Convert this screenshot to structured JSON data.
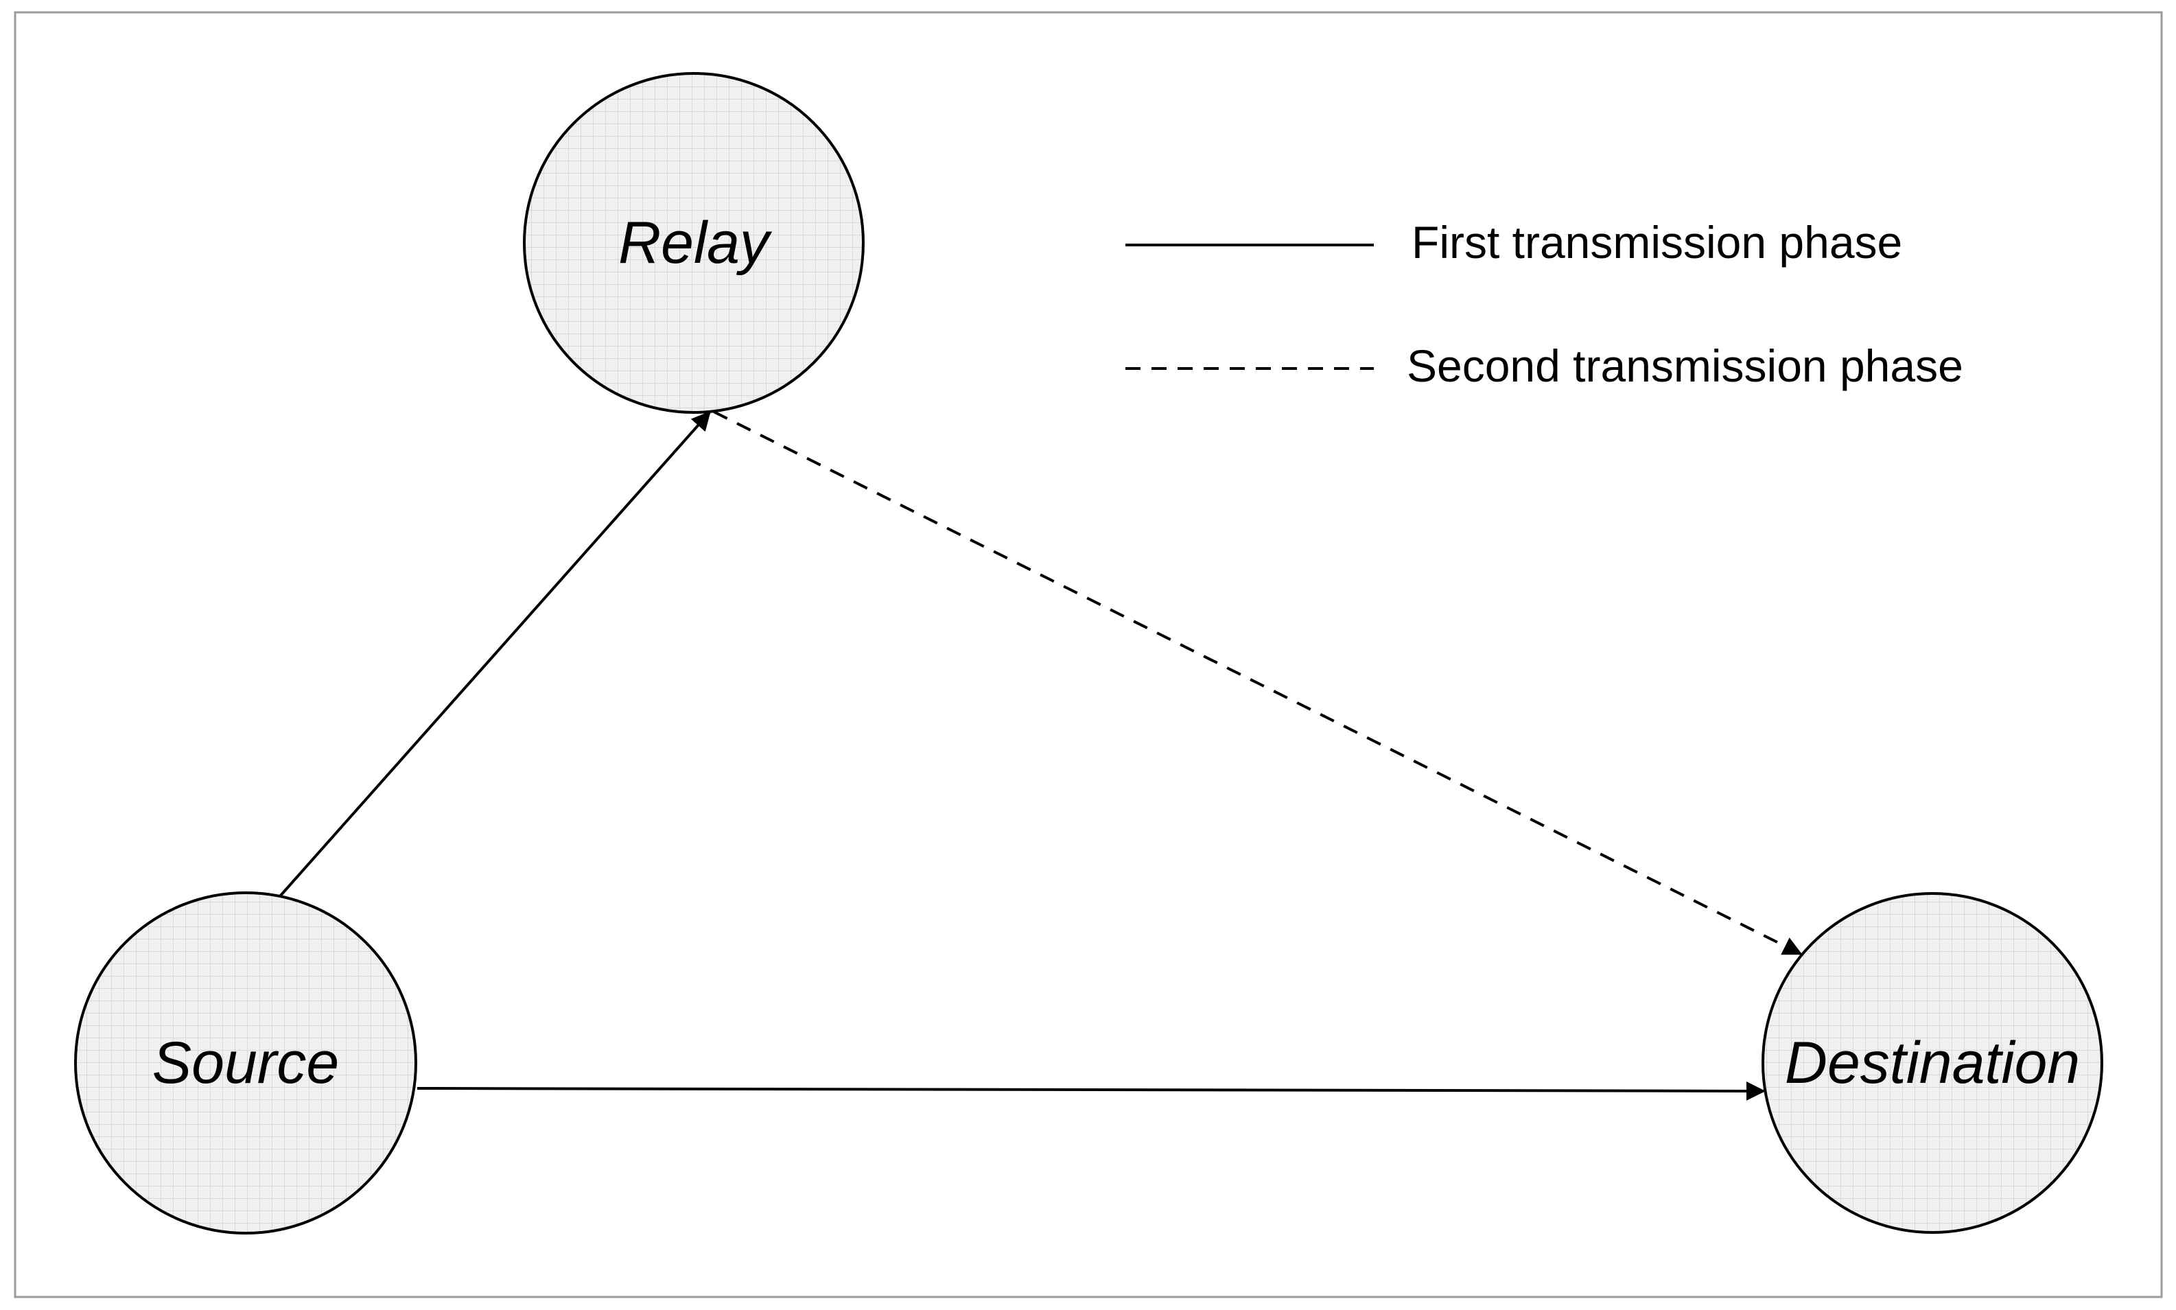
{
  "nodes": {
    "relay": {
      "label": "Relay"
    },
    "source": {
      "label": "Source"
    },
    "destination": {
      "label": "Destination"
    }
  },
  "legend": {
    "first": "First transmission phase",
    "second": "Second transmission phase"
  },
  "colors": {
    "node_fill": "#f0f0f0",
    "node_grid": "#d8d8d8",
    "stroke": "#000000",
    "frame": "#9a9a9a"
  },
  "edges": [
    {
      "from": "source",
      "to": "relay",
      "phase": "first",
      "style": "solid"
    },
    {
      "from": "source",
      "to": "destination",
      "phase": "first",
      "style": "solid"
    },
    {
      "from": "relay",
      "to": "destination",
      "phase": "second",
      "style": "dashed"
    }
  ]
}
